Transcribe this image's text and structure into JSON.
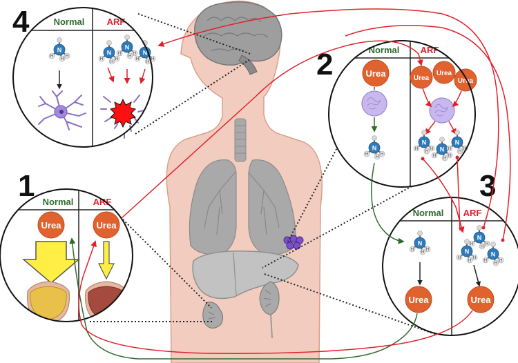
{
  "colors": {
    "normal": "#2e6b2e",
    "arf": "#e0202a",
    "urea": "#e0622e",
    "nitrogen": "#2f7ab8",
    "body": "#f2cdbf",
    "organ_grey": "#a9a9a9"
  },
  "panels": {
    "p1": {
      "number": "1",
      "normal_label": "Normal",
      "arf_label": "ARF",
      "urea_normal": "Urea",
      "urea_arf": "Urea"
    },
    "p2": {
      "number": "2",
      "normal_label": "Normal",
      "arf_label": "ARF",
      "urea_normal": "Urea",
      "urea_arf": [
        "Urea",
        "Urea",
        "Urea"
      ]
    },
    "p3": {
      "number": "3",
      "normal_label": "Normal",
      "arf_label": "ARF",
      "urea_normal": "Urea",
      "urea_arf": "Urea"
    },
    "p4": {
      "number": "4",
      "normal_label": "Normal",
      "arf_label": "ARF"
    }
  },
  "molecule": {
    "center": "N",
    "hydrogen": "H"
  },
  "icons": [
    "brain-icon",
    "lungs-icon",
    "liver-icon",
    "kidney-icon",
    "bladder-icon",
    "neuron-icon",
    "enzyme-icon",
    "ammonia-icon"
  ]
}
